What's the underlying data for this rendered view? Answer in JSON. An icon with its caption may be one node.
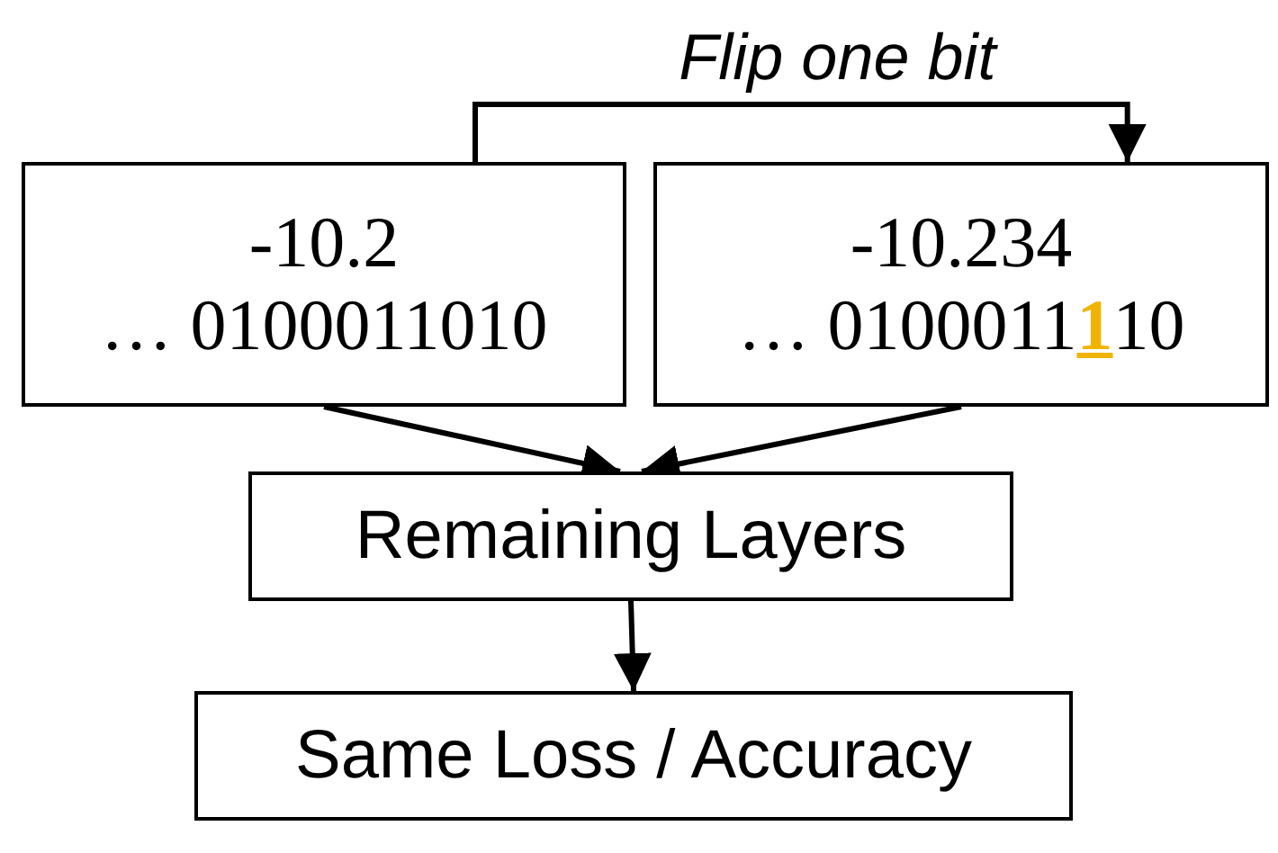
{
  "diagram": {
    "nodes": [
      {
        "text": [
          "-10.2",
          "… 0100011010"
        ]
      },
      {
        "text": [
          "-10.234",
          "… 0100011**1**10"
        ]
      },
      {
        "text": [
          "Remaining Layers"
        ]
      },
      {
        "text": [
          "Same Loss / Accuracy"
        ]
      }
    ],
    "edges": [
      {
        "from": 0,
        "to": 1,
        "arrow": "to",
        "label": "Flip one bit"
      },
      {
        "from": 0,
        "to": 2,
        "arrow": "to"
      },
      {
        "from": 1,
        "to": 2,
        "arrow": "to"
      },
      {
        "from": 2,
        "to": 3,
        "arrow": "to"
      }
    ]
  }
}
